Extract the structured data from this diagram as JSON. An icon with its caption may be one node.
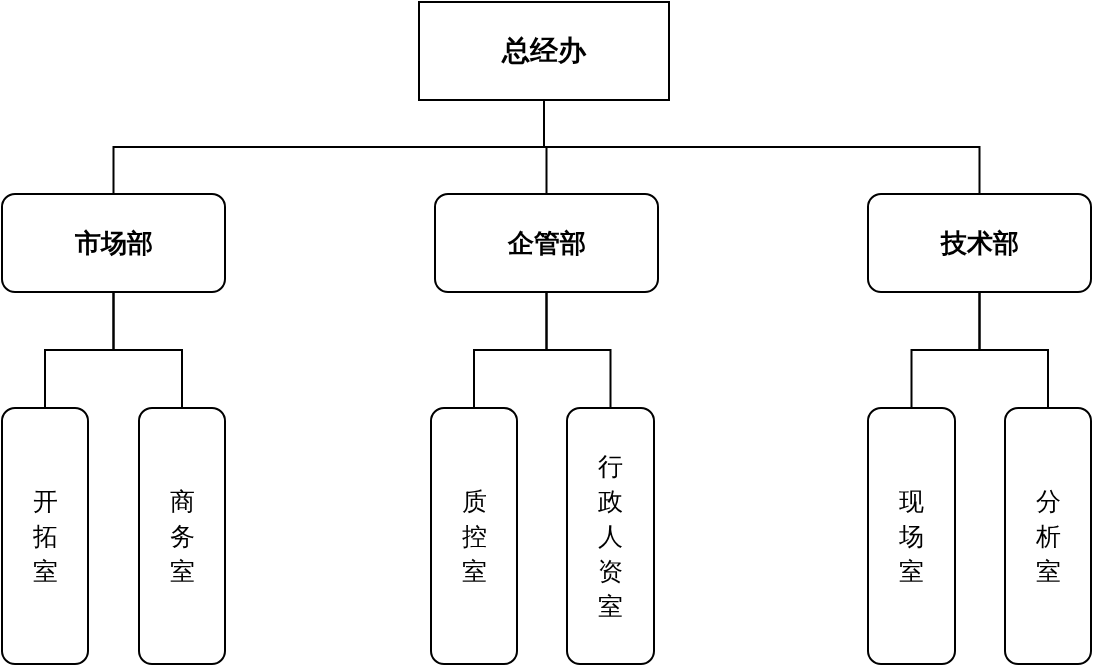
{
  "diagram": {
    "nodes": [
      {
        "text": [
          "总经办"
        ]
      },
      {
        "text": [
          "市场部"
        ]
      },
      {
        "text": [
          "企管部"
        ]
      },
      {
        "text": [
          "技术部"
        ]
      },
      {
        "text": [
          "开拓室"
        ]
      },
      {
        "text": [
          "商务室"
        ]
      },
      {
        "text": [
          "质控室"
        ]
      },
      {
        "text": [
          "行政人资室"
        ]
      },
      {
        "text": [
          "现场室"
        ]
      },
      {
        "text": [
          "分析室"
        ]
      }
    ],
    "edges": [
      {
        "from": 0,
        "to": 1,
        "arrow": "none"
      },
      {
        "from": 0,
        "to": 2,
        "arrow": "none"
      },
      {
        "from": 0,
        "to": 3,
        "arrow": "none"
      },
      {
        "from": 1,
        "to": 4,
        "arrow": "none"
      },
      {
        "from": 1,
        "to": 5,
        "arrow": "none"
      },
      {
        "from": 2,
        "to": 6,
        "arrow": "none"
      },
      {
        "from": 2,
        "to": 7,
        "arrow": "none"
      },
      {
        "from": 3,
        "to": 8,
        "arrow": "none"
      },
      {
        "from": 3,
        "to": 9,
        "arrow": "none"
      }
    ]
  }
}
